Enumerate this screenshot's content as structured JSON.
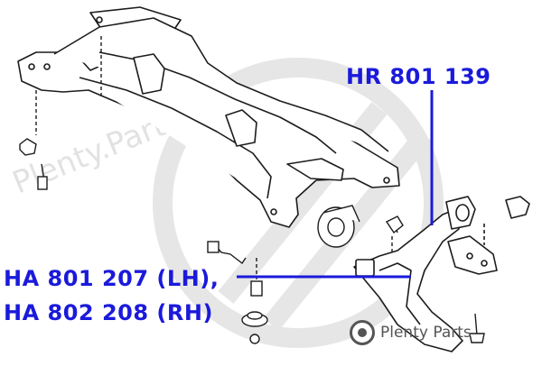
{
  "labels": {
    "upper_right": "HR 801 139",
    "left_line1": "HA 801 207 (LH),",
    "left_line2": "HA 802 208 (RH)"
  },
  "watermark": {
    "brand": "Plenty Parts",
    "faded": "Plenty.Parts"
  },
  "colors": {
    "label": "#1a1adb",
    "line_art": "#1c1c1c",
    "watermark": "#d9d9d9"
  }
}
